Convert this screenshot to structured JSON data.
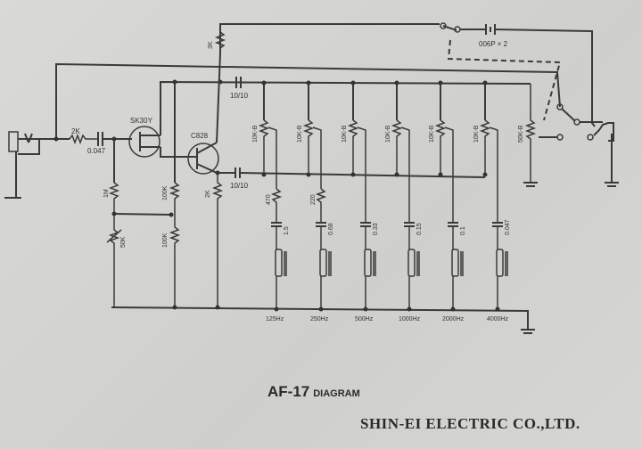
{
  "diagram": {
    "title": "AF-17",
    "title_suffix": "DIAGRAM",
    "company": "SHIN-EI ELECTRIC CO.,LTD.",
    "battery_label": "006P × 2",
    "input": {
      "r_series": "2K",
      "c_coupling": "0.047",
      "r_gate": "1M",
      "r_bias_pot": "50K",
      "fet": "SK30Y",
      "transistor": "C828",
      "r_supply": "3K",
      "r_bias_top": "100K",
      "r_bias_bottom": "100K",
      "r_emitter": "2K",
      "c_out_top": "10/10",
      "c_out_bottom": "10/10"
    },
    "bands": [
      {
        "pot": "10K-B",
        "resistor": "470",
        "capacitor": "1.5",
        "freq": "125Hz"
      },
      {
        "pot": "10K-B",
        "resistor": "220",
        "capacitor": "0.68",
        "freq": "250Hz"
      },
      {
        "pot": "10K-B",
        "resistor": "",
        "capacitor": "0.33",
        "freq": "500Hz"
      },
      {
        "pot": "10K-B",
        "resistor": "",
        "capacitor": "0.15",
        "freq": "1000Hz"
      },
      {
        "pot": "10K-B",
        "resistor": "",
        "capacitor": "0.1",
        "freq": "2000Hz"
      },
      {
        "pot": "10K-B",
        "resistor": "",
        "capacitor": "0.047",
        "freq": "4000Hz"
      }
    ],
    "level_pot": "50K-B"
  }
}
